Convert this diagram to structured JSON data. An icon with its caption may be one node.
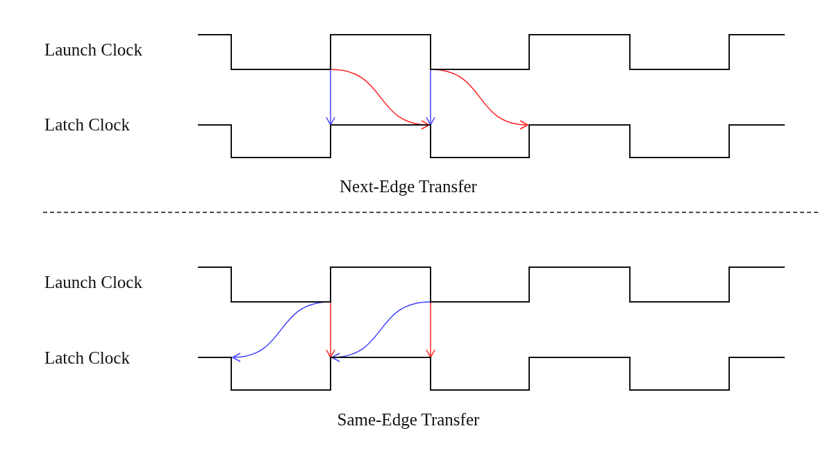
{
  "diagram": {
    "nodes": [
      {
        "text": [],
        "shape": "waveform",
        "beside": [
          "Launch Clock"
        ]
      },
      {
        "text": [],
        "shape": "waveform",
        "beside": [
          "Latch Clock"
        ]
      },
      {
        "text": [],
        "shape": "waveform",
        "beside": [
          "Launch Clock"
        ]
      },
      {
        "text": [],
        "shape": "waveform",
        "beside": [
          "Latch Clock"
        ]
      }
    ],
    "edges": [
      {
        "from": 0,
        "to": 1,
        "arrow": "to",
        "color": "#4040ff"
      },
      {
        "from": 0,
        "to": 1,
        "arrow": "to",
        "color": "#4040ff"
      },
      {
        "from": 0,
        "to": 1,
        "arrow": "to",
        "color": "#ff2020"
      },
      {
        "from": 0,
        "to": 1,
        "arrow": "to",
        "color": "#ff2020"
      },
      {
        "from": 2,
        "to": 3,
        "arrow": "to",
        "color": "#4040ff"
      },
      {
        "from": 2,
        "to": 3,
        "arrow": "to",
        "color": "#4040ff"
      },
      {
        "from": 2,
        "to": 3,
        "arrow": "to",
        "color": "#ff2020"
      },
      {
        "from": 2,
        "to": 3,
        "arrow": "to",
        "color": "#ff2020"
      }
    ],
    "labels": [
      "Next-Edge Transfer",
      "Same-Edge Transfer"
    ]
  }
}
